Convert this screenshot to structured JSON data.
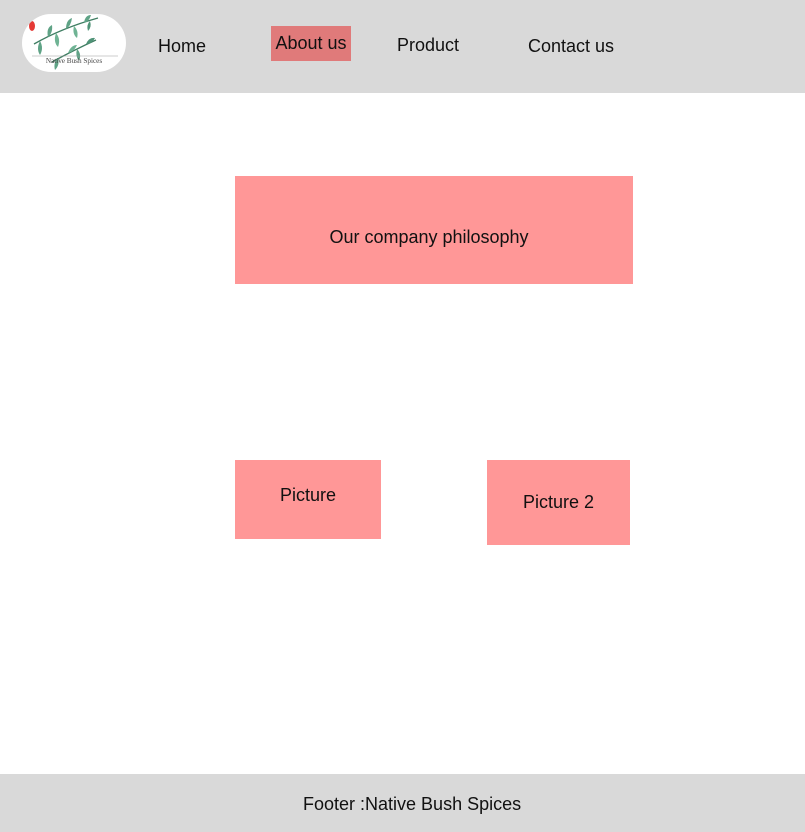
{
  "header": {
    "logo": {
      "icon": "native-bush-spices-logo",
      "text": "Native Bush Spices"
    },
    "nav": {
      "home": "Home",
      "about": "About us",
      "product": "Product",
      "contact": "Contact us"
    },
    "active_color": "#e07a7a"
  },
  "main": {
    "philosophy": "Our company philosophy",
    "picture1": "Picture",
    "picture2": "Picture 2",
    "box_color": "#ff9797"
  },
  "footer": {
    "text": "Footer :Native Bush Spices"
  }
}
